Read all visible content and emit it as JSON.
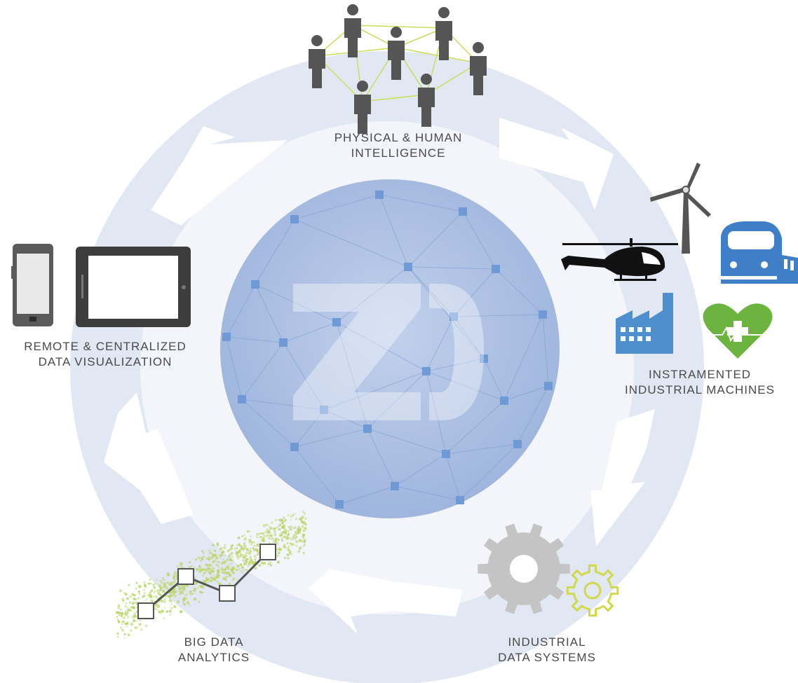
{
  "labels": {
    "physical_human": [
      "PHYSICAL & HUMAN",
      "INTELLIGENCE"
    ],
    "remote_visualization": [
      "REMOTE & CENTRALIZED",
      "DATA VISUALIZATION"
    ],
    "instrumented_machines": [
      "INSTRAMENTED",
      "INDUSTRIAL MACHINES"
    ],
    "big_data": [
      "BIG DATA",
      "ANALYTICS"
    ],
    "industrial_systems": [
      "INDUSTRIAL",
      "DATA SYSTEMS"
    ]
  },
  "center_logo": {
    "letters": "ZD"
  },
  "colors": {
    "ring": "#e2e8f3",
    "ring_inner": "#f3f5fa",
    "arrow": "#ffffff",
    "globe": "#aebfe0",
    "globe_node": "#6f9ad6",
    "person": "#555555",
    "network_line": "#c9dd5a",
    "device": "#3d3d3d",
    "device_screen": "#e9e9e9",
    "helicopter": "#111111",
    "train": "#3f7fc8",
    "factory": "#4e8fd0",
    "heart": "#6db33f",
    "gear_large": "#c4c4c4",
    "gear_small": "#cfd94a",
    "analytics_dots": "#bcd56a"
  }
}
